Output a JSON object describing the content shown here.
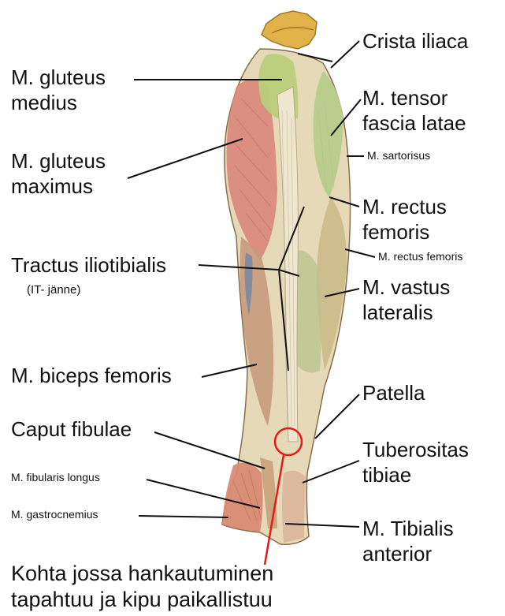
{
  "labels": {
    "crista_iliaca": "Crista iliaca",
    "gluteus_medius_1": "M. gluteus",
    "gluteus_medius_2": "medius",
    "gluteus_maximus_1": "M. gluteus",
    "gluteus_maximus_2": "maximus",
    "tensor_1": "M. tensor",
    "tensor_2": "fascia latae",
    "sartorius": "M. sartorisus",
    "rectus_1": "M. rectus",
    "rectus_2": "femoris",
    "rectus_small": "M. rectus femoris",
    "tractus": "Tractus iliotibialis",
    "it_note": "(IT- jänne)",
    "vastus_1": "M. vastus",
    "vastus_2": "lateralis",
    "biceps": "M. biceps femoris",
    "patella": "Patella",
    "caput": "Caput fibulae",
    "tuberositas_1": "Tuberositas",
    "tuberositas_2": "tibiae",
    "fibularis": "M. fibularis longus",
    "gastrocnemius": "M. gastrocnemius",
    "tibialis_1": "M. Tibialis",
    "tibialis_2": "anterior",
    "bottom_1": "Kohta jossa hankautuminen",
    "bottom_2": "tapahtuu ja kipu paikallistuu"
  },
  "colors": {
    "gluteus": "#d9867a",
    "gluteus_medius": "#b9cf7a",
    "fascia": "#e6d9b8",
    "tensor": "#b6cd8a",
    "quad": "#cdbd8a",
    "vastus": "#b9c48f",
    "hamstring": "#c79a7c",
    "calf": "#d98b74",
    "bone": "#e2b24a",
    "pain_marker": "#e21b1b",
    "leader": "#111111"
  }
}
